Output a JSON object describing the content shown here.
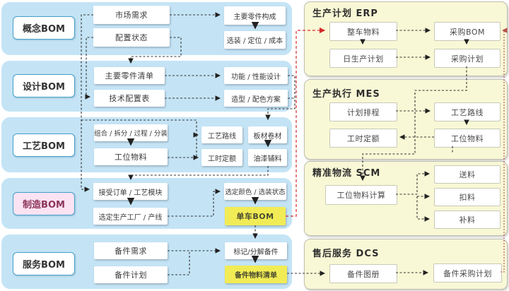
{
  "lanes": {
    "concept": "概念BOM",
    "design": "设计BOM",
    "process": "工艺BOM",
    "manufacturing": "制造BOM",
    "service": "服务BOM"
  },
  "flow": {
    "market_demand": "市场需求",
    "config_status": "配置状态",
    "main_parts_composition": "主要零件构成",
    "option_position_cost": "选装 / 定位 / 成本",
    "main_parts_list": "主要零件清单",
    "tech_config_table": "技术配置表",
    "function_performance_design": "功能 / 性能设计",
    "styling_color_scheme": "造型 / 配色方案",
    "combine_split_process_subassembly": "组合 / 拆分 / 过程 / 分装",
    "station_material": "工位物料",
    "process_route": "工艺路线",
    "labor_hour_quota": "工时定额",
    "sheet_coil_material": "板材卷材",
    "paint_auxiliary_material": "油漆辅料",
    "accept_order_process_module": "接受订单 / 工艺模块",
    "select_plant_line": "选定生产工厂 / 产线",
    "select_color_option_status": "选定颜色 / 选装状态",
    "vehicle_bom": "单车BOM",
    "spare_parts_demand": "备件需求",
    "spare_parts_plan": "备件计划",
    "mark_decompose_spares": "标记/分解备件",
    "spare_parts_material_list": "备件物料清单"
  },
  "panel": {
    "erp": {
      "title": "生产计划 ERP",
      "whole_vehicle_material": "整车物料",
      "purchase_bom": "采购BOM",
      "daily_production_plan": "日生产计划",
      "purchase_plan": "采购计划"
    },
    "mes": {
      "title": "生产执行 MES",
      "plan_scheduling": "计划排程",
      "process_route": "工艺路线",
      "labor_hour_quota": "工时定额",
      "station_material": "工位物料"
    },
    "scm": {
      "title": "精准物流 SCM",
      "station_material_calc": "工位物料计算",
      "feed_material": "送料",
      "deduct_material": "扣料",
      "replenish_material": "补料"
    },
    "dcs": {
      "title": "售后服务 DCS",
      "spare_parts_atlas": "备件图册",
      "spare_parts_purchase_plan": "备件采购计划"
    }
  },
  "colors": {
    "lane_band": "#c4e4f6",
    "panel_bg": "#f8f8d6",
    "highlight_yellow": "#f1ec55",
    "manufacturing_pink": "#fbe3f3",
    "connector_black": "#333333",
    "connector_red": "#d42a2a",
    "connector_maroon": "#b5524a"
  }
}
